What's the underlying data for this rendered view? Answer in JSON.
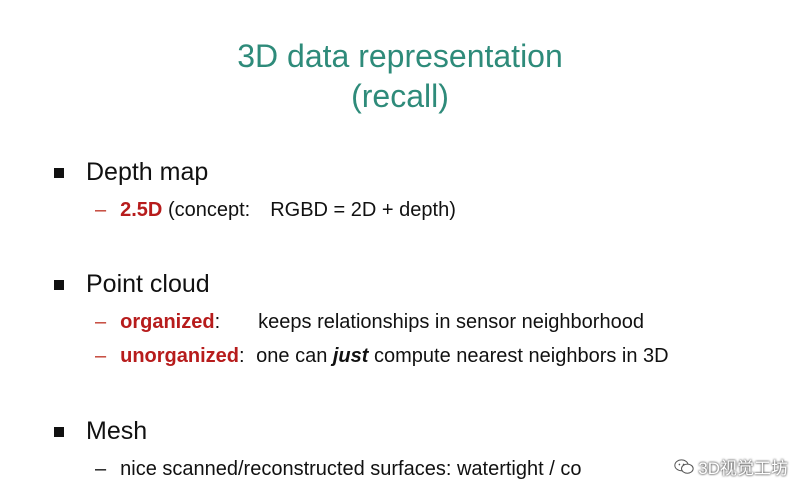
{
  "title": {
    "line1": "3D data representation",
    "line2": "(recall)"
  },
  "sections": {
    "depth": {
      "label": "Depth map",
      "item1": {
        "dash": "–",
        "key": "2.5D",
        "text_a": "(concept:",
        "text_b": "RGBD = 2D + depth)"
      }
    },
    "point": {
      "label": "Point cloud",
      "item1": {
        "dash": "–",
        "key": "organized",
        "sep": ":",
        "text": "keeps relationships in sensor neighborhood"
      },
      "item2": {
        "dash": "–",
        "key": "unorganized",
        "sep": ":",
        "text_a": "one can",
        "emphasis": "just",
        "text_b": "compute nearest neighbors in 3D"
      }
    },
    "mesh": {
      "label": "Mesh",
      "item1": {
        "dash": "–",
        "text": "nice scanned/reconstructed surfaces: watertight / co"
      }
    }
  },
  "watermark": {
    "text": "3D视觉工坊",
    "icon": "wechat-icon"
  },
  "colors": {
    "title": "#2e8b7a",
    "highlight": "#b71c1c",
    "dash": "#c0392b"
  }
}
